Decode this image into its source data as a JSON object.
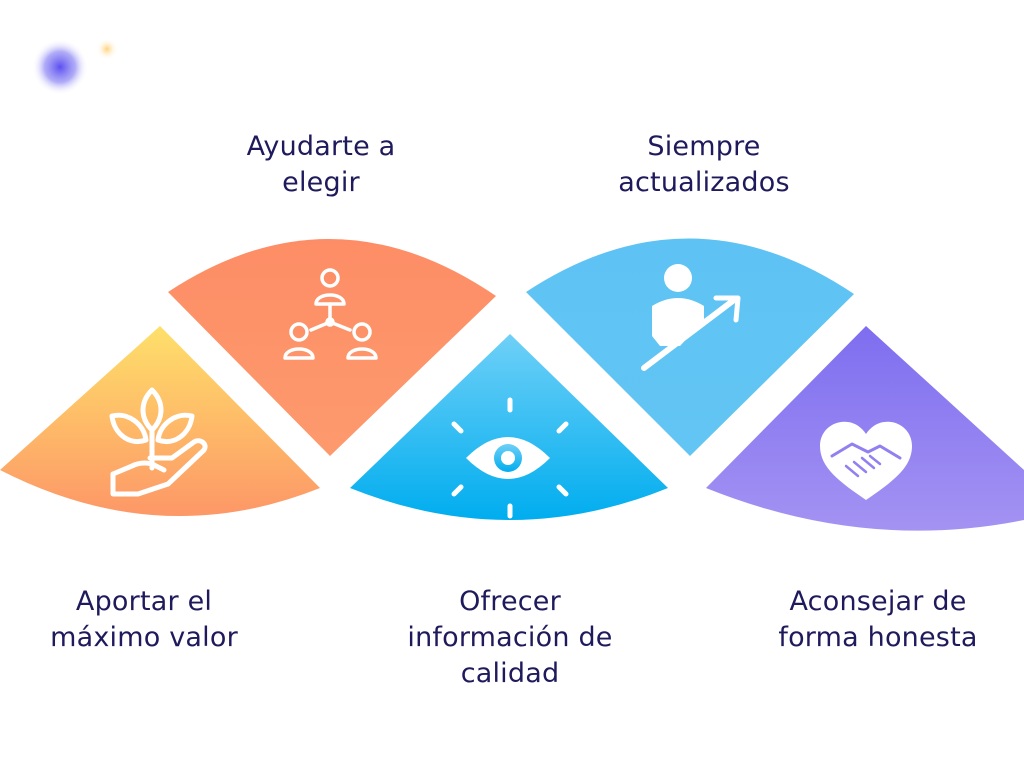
{
  "values": [
    {
      "id": "aportar",
      "lines": [
        "Aportar el",
        "máximo valor"
      ],
      "icon": "hand-plant-icon",
      "color": "#fdb56b"
    },
    {
      "id": "ayudarte",
      "lines": [
        "Ayudarte a",
        "elegir"
      ],
      "icon": "people-network-icon",
      "color": "#fd9167"
    },
    {
      "id": "ofrecer",
      "lines": [
        "Ofrecer",
        "información de",
        "calidad"
      ],
      "icon": "eye-icon",
      "color": "#12b4ef"
    },
    {
      "id": "siempre",
      "lines": [
        "Siempre",
        "actualizados"
      ],
      "icon": "person-growth-icon",
      "color": "#5fc4f3"
    },
    {
      "id": "aconsejar",
      "lines": [
        "Aconsejar de",
        "forma honesta"
      ],
      "icon": "heart-handshake-icon",
      "color": "#8f7bf0"
    }
  ]
}
